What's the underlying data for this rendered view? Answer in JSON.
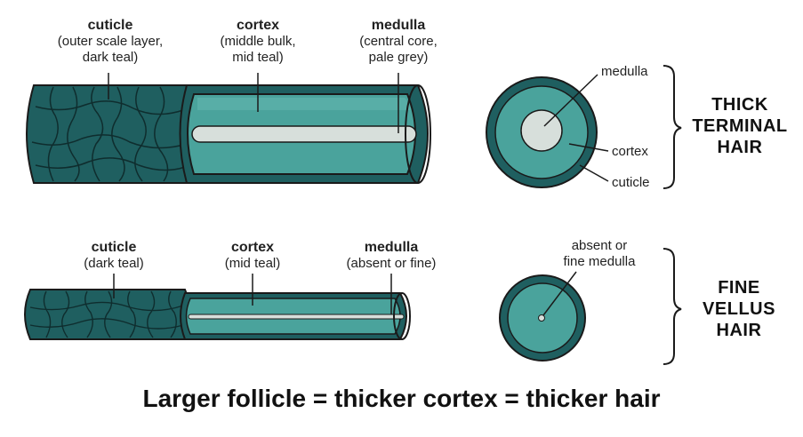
{
  "colors": {
    "cuticle": "#1f5f60",
    "cuticle_stroke": "#0f2d2e",
    "cortex": "#4aa39c",
    "cortex_light": "#66bab1",
    "medulla": "#d7dfdb",
    "outline": "#1a1a1a"
  },
  "thick": {
    "labels": {
      "cuticle_title": "cuticle",
      "cuticle_line1": "(outer scale layer,",
      "cuticle_line2": "dark teal)",
      "cortex_title": "cortex",
      "cortex_line1": "(middle bulk,",
      "cortex_line2": "mid teal)",
      "medulla_title": "medulla",
      "medulla_line1": "(central core,",
      "medulla_line2": "pale grey)"
    },
    "cross_section": {
      "medulla": "medulla",
      "cortex": "cortex",
      "cuticle": "cuticle"
    },
    "side_label": [
      "THICK",
      "TERMINAL",
      "HAIR"
    ]
  },
  "fine": {
    "labels": {
      "cuticle_title": "cuticle",
      "cuticle_line1": "(dark teal)",
      "cortex_title": "cortex",
      "cortex_line1": "(mid teal)",
      "medulla_title": "medulla",
      "medulla_line1": "(absent or fine)"
    },
    "cross_section": {
      "medulla_line1": "absent or",
      "medulla_line2": "fine medulla"
    },
    "side_label": [
      "FINE",
      "VELLUS",
      "HAIR"
    ]
  },
  "footer": "Larger follicle = thicker cortex = thicker hair"
}
